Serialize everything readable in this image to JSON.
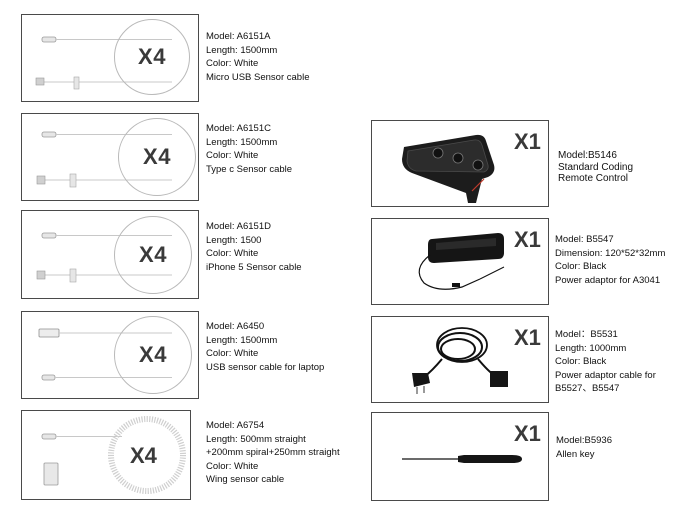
{
  "left_items": [
    {
      "qty": "X4",
      "lines": [
        "Model: A6151A",
        "Length: 1500mm",
        "Color: White",
        "Micro USB Sensor cable"
      ]
    },
    {
      "qty": "X4",
      "lines": [
        "Model: A6151C",
        "Length: 1500mm",
        "Color: White",
        "Type c Sensor cable"
      ]
    },
    {
      "qty": "X4",
      "lines": [
        "Model: A6151D",
        "Length: 1500",
        "Color: White",
        "iPhone 5 Sensor cable"
      ]
    },
    {
      "qty": "X4",
      "lines": [
        "Model: A6450",
        "Length: 1500mm",
        "Color: White",
        "USB sensor cable for laptop"
      ]
    },
    {
      "qty": "X4",
      "lines": [
        "Model: A6754",
        "Length: 500mm straight",
        "+200mm spiral+250mm straight",
        "Color: White",
        "Wing sensor cable"
      ]
    }
  ],
  "right_items": [
    {
      "qty": "X1",
      "lines": [
        "Model:B5146",
        "Standard Coding",
        "Remote Control"
      ]
    },
    {
      "qty": "X1",
      "lines": [
        "Model:  B5547",
        "Dimension: 120*52*32mm",
        "Color:  Black",
        "Power adaptor for A3041"
      ]
    },
    {
      "qty": "X1",
      "lines": [
        "Model：B5531",
        "Length: 1000mm",
        "Color:  Black",
        "Power adaptor cable  for",
        "B5527、B5547"
      ]
    },
    {
      "qty": "X1",
      "lines": [
        "Model:B5936",
        "Allen key"
      ]
    }
  ],
  "colors": {
    "border": "#4a4a4a",
    "circle": "#b9b9b9",
    "cable": "#c8c8c8",
    "device": "#1c1c1c"
  }
}
